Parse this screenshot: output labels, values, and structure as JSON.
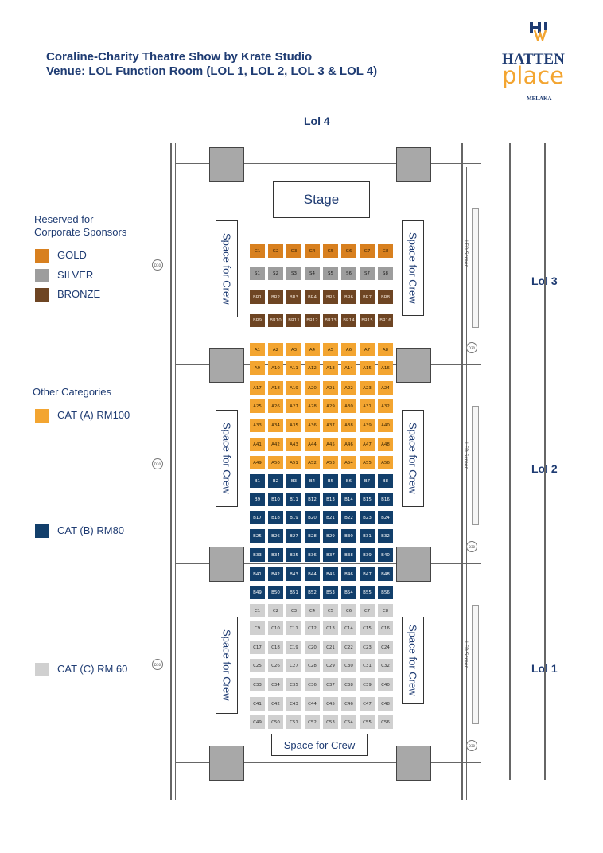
{
  "header": {
    "title_line1": "Coraline-Charity Theatre Show by Krate Studio",
    "title_line2": "Venue: LOL Function Room (LOL 1, LOL 2, LOL 3 & LOL 4)"
  },
  "logo": {
    "word1": "HATTEN",
    "word2": "place",
    "sub": "MELAKA",
    "monogram": "HW"
  },
  "legend": {
    "sponsor_title_line1": "Reserved for",
    "sponsor_title_line2": "Corporate Sponsors",
    "sponsors": [
      {
        "label": "GOLD",
        "color": "#d8801f"
      },
      {
        "label": "SILVER",
        "color": "#9d9d9d"
      },
      {
        "label": "BRONZE",
        "color": "#6e4523"
      }
    ],
    "other_title": "Other Categories",
    "categories": [
      {
        "label": "CAT (A) RM100",
        "color": "#f3a531"
      },
      {
        "label": "CAT (B) RM80",
        "color": "#123f6b"
      },
      {
        "label": "CAT (C) RM 60",
        "color": "#d0d0d0"
      }
    ]
  },
  "rooms": {
    "top": "Lol 4",
    "lol3": "Lol 3",
    "lol2": "Lol 2",
    "lol1": "Lol 1"
  },
  "labels": {
    "stage": "Stage",
    "crew": "Space for Crew",
    "led": "LED Screen",
    "door": "D30"
  },
  "colors": {
    "gold": "#d8801f",
    "silver": "#9d9d9d",
    "bronze": "#6e4523",
    "cat_a": "#f3a531",
    "cat_b": "#123f6b",
    "cat_c": "#d0d0d0"
  },
  "seats": {
    "gold": [
      "G1",
      "G2",
      "G3",
      "G4",
      "G5",
      "G6",
      "G7",
      "G8"
    ],
    "silver": [
      "S1",
      "S2",
      "S3",
      "S4",
      "S5",
      "S6",
      "S7",
      "S8"
    ],
    "bronze": [
      "BR1",
      "BR2",
      "BR3",
      "BR4",
      "BR5",
      "BR6",
      "BR7",
      "BR8",
      "BR9",
      "BR10",
      "BR11",
      "BR12",
      "BR13",
      "BR14",
      "BR15",
      "BR16"
    ],
    "cat_a_prefix": "A",
    "cat_a_count": 56,
    "cat_b_prefix": "B",
    "cat_b_count": 56,
    "cat_c_prefix": "C",
    "cat_c_count": 56
  }
}
